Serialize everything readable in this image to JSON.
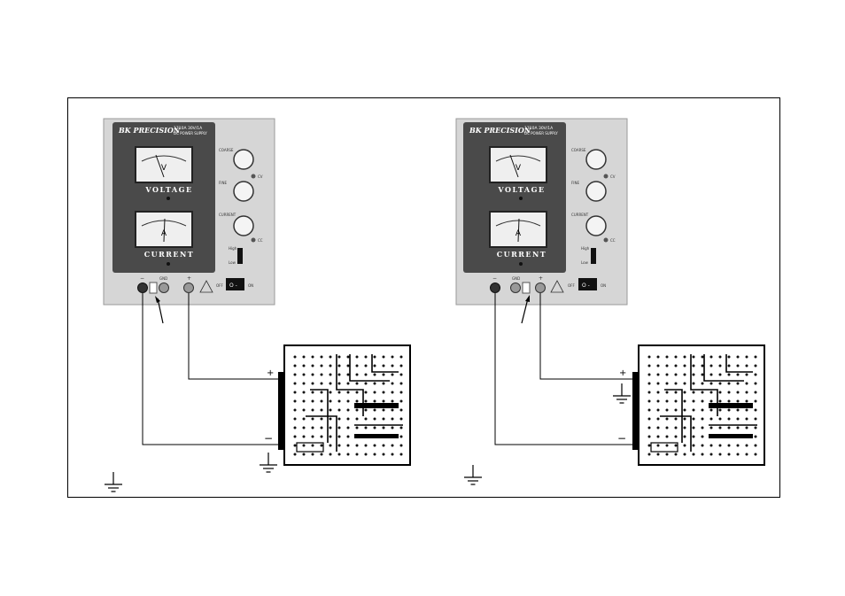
{
  "panels": [
    {
      "id": "left",
      "supply": {
        "brand": "BK PRECISION",
        "model_line1": "1710A  30V/1A",
        "model_line2": "DC POWER SUPPLY",
        "voltage_meter_unit": "V",
        "voltage_label": "VOLTAGE",
        "current_meter_unit": "A",
        "current_label": "CURRENT",
        "knob_coarse": "COARSE",
        "knob_fine": "FINE",
        "knob_current": "CURRENT",
        "cv_label": "CV",
        "cc_label": "CC",
        "range_high": "High",
        "range_low": "Low",
        "switch_off": "OFF",
        "switch_on": "ON",
        "term_minus": "−",
        "term_gnd": "GND",
        "term_plus": "+"
      },
      "board": {
        "plus_label": "+",
        "minus_label": "−"
      },
      "ground_on_board_minus": true
    },
    {
      "id": "right",
      "supply": {
        "brand": "BK PRECISION",
        "model_line1": "1710A  30V/1A",
        "model_line2": "DC POWER SUPPLY",
        "voltage_meter_unit": "V",
        "voltage_label": "VOLTAGE",
        "current_meter_unit": "A",
        "current_label": "CURRENT",
        "knob_coarse": "COARSE",
        "knob_fine": "FINE",
        "knob_current": "CURRENT",
        "cv_label": "CV",
        "cc_label": "CC",
        "range_high": "High",
        "range_low": "Low",
        "switch_off": "OFF",
        "switch_on": "ON",
        "term_minus": "−",
        "term_gnd": "GND",
        "term_plus": "+"
      },
      "board": {
        "plus_label": "+",
        "minus_label": "−"
      },
      "ground_on_board_plus": true
    }
  ],
  "colors": {
    "panel": "#d4d4d4",
    "face": "#4a4a4a",
    "meter": "#f0f0f0",
    "wire": "#000000"
  }
}
